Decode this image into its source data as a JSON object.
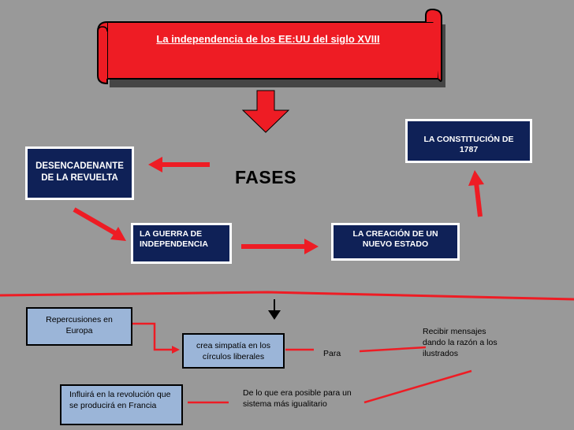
{
  "title": "La independencia de los EE:UU del siglo XVIII",
  "center_label": "FASES",
  "phases": {
    "desencadenante": "DESENCADENANTE DE LA REVUELTA",
    "guerra": "LA GUERRA DE INDEPENDENCIA",
    "creacion": "LA CREACIÓN DE UN NUEVO ESTADO",
    "constitucion": "LA CONSTITUCIÓN DE 1787"
  },
  "lower": {
    "repercusiones": "Repercusiones en Europa",
    "simpatia": "crea  simpatía en los círculos liberales",
    "para": "Para",
    "recibir": "Recibir mensajes dando la razón a los ilustrados",
    "influira": "Influirá en  la revolución que se producirá en Francia",
    "de_lo_que": "De lo que era posible para un sistema más igualitario"
  },
  "colors": {
    "background": "#999999",
    "banner_red": "#ee1c24",
    "navy": "#0f2157",
    "light_blue": "#9bb5d8",
    "arrow_red": "#ee1c24"
  }
}
